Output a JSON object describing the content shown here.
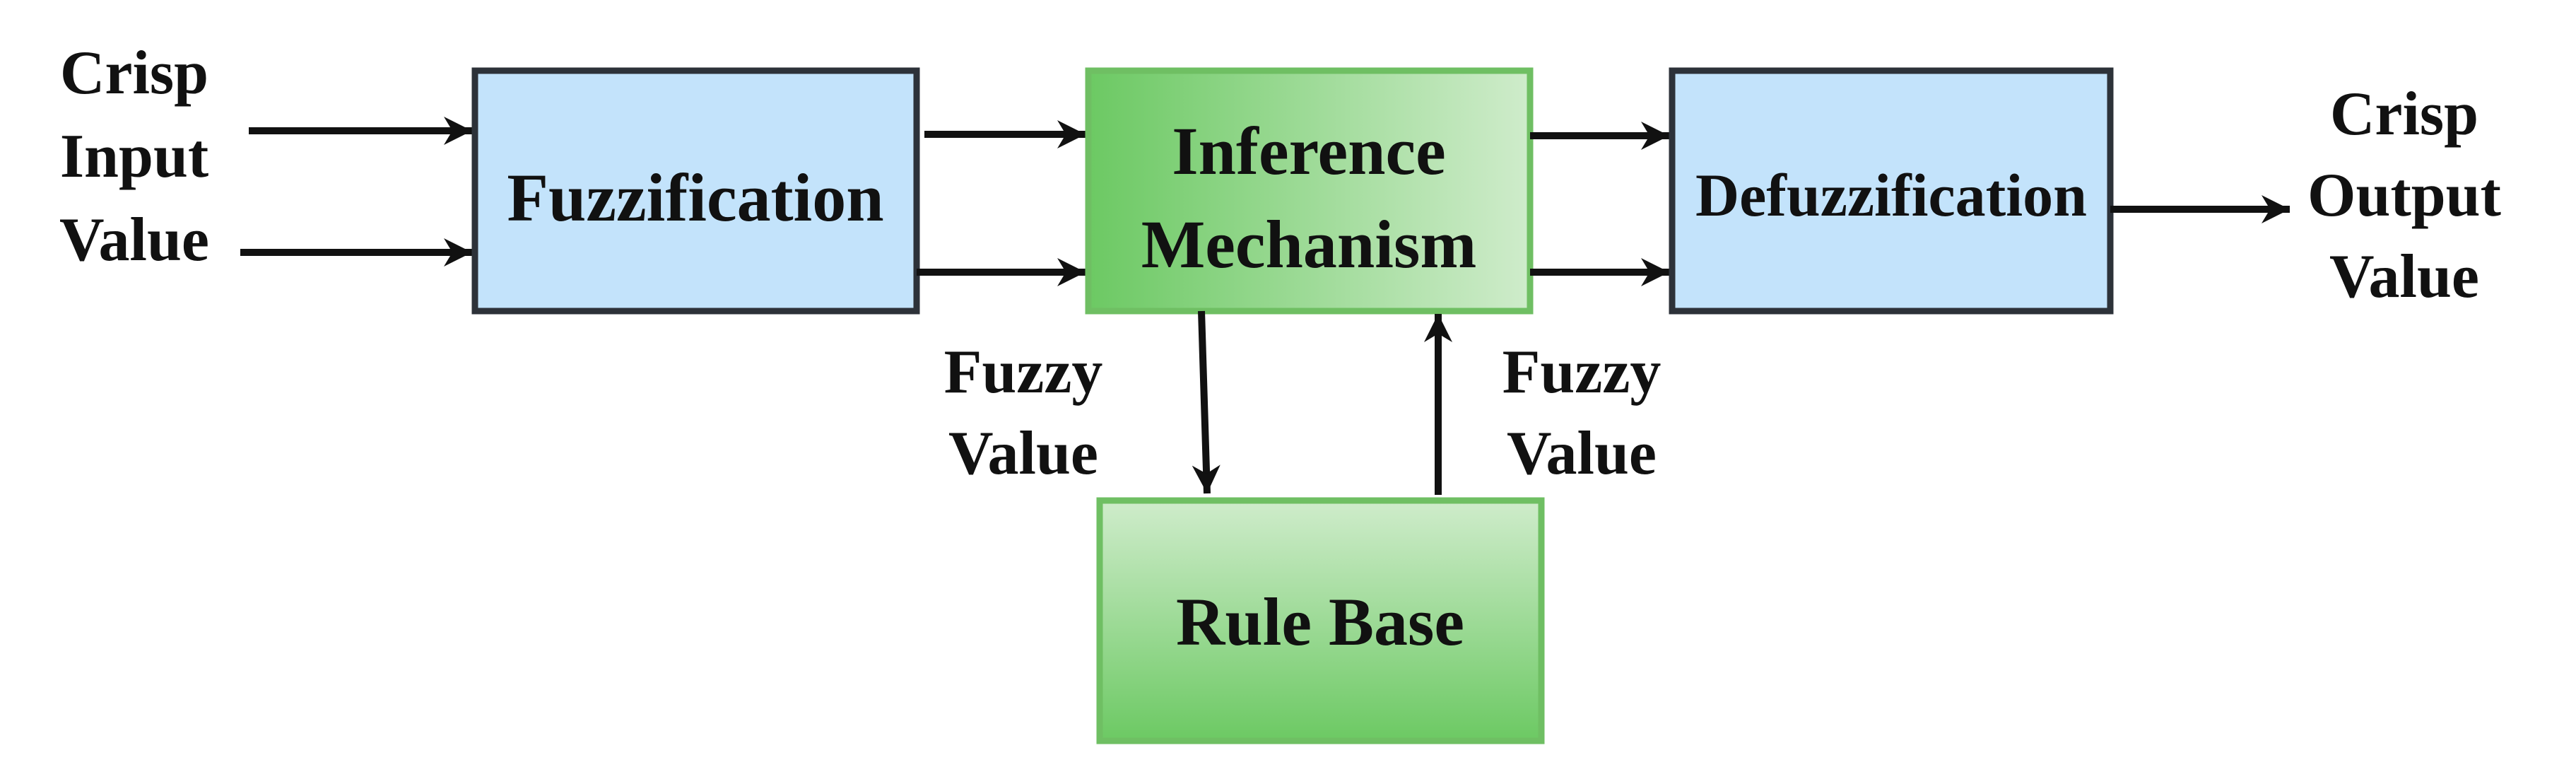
{
  "diagram": {
    "input_label": [
      "Crisp",
      "Input",
      "Value"
    ],
    "output_label": [
      "Crisp",
      "Output",
      "Value"
    ],
    "blocks": {
      "fuzzification": "Fuzzification",
      "inference": [
        "Inference",
        "Mechanism"
      ],
      "defuzzification": "Defuzzification",
      "rule_base": "Rule Base"
    },
    "fuzzy_left": [
      "Fuzzy",
      "Value"
    ],
    "fuzzy_right": [
      "Fuzzy",
      "Value"
    ],
    "colors": {
      "blue_fill": "#c3e3fb",
      "green_dark": "#6cc963",
      "green_light": "#cfeccb",
      "box_border": "#2d3239",
      "green_border": "#6fbf63",
      "arrow": "#111111"
    }
  }
}
